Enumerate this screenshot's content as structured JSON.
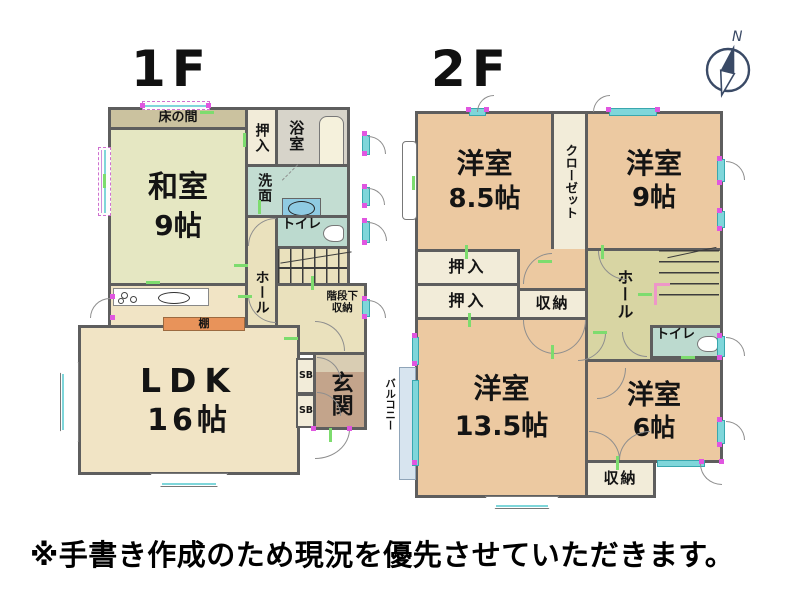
{
  "note": "※手書き作成のため現況を優先させていただきます。",
  "compass": {
    "north_label": "N"
  },
  "f1": {
    "floor_label": "1F",
    "tokonoma": "床の間",
    "washitsu_name": "和室",
    "washitsu_size": "9帖",
    "oshiire": "押入",
    "bathroom": "浴室",
    "washroom": "洗面",
    "toilet": "トイレ",
    "hall": "ホール",
    "under_stair_storage_line1": "階段下",
    "under_stair_storage_line2": "収納",
    "shelf": "棚",
    "ldk_name": "LDK",
    "ldk_size": "16帖",
    "shoebox_top": "SB",
    "shoebox_bottom": "SB",
    "entrance": "玄関"
  },
  "f2": {
    "floor_label": "2F",
    "room_85_name": "洋室",
    "room_85_size": "8.5帖",
    "closet": "クローゼット",
    "room_9_name": "洋室",
    "room_9_size": "9帖",
    "oshiire_top": "押入",
    "oshiire_bottom": "押入",
    "storage_mid": "収納",
    "hall": "ホール",
    "toilet": "トイレ",
    "room_135_name": "洋室",
    "room_135_size": "13.5帖",
    "room_6_name": "洋室",
    "room_6_size": "6帖",
    "storage_bottom": "収納",
    "balcony": "バルコニー"
  },
  "colors": {
    "wall": "#5e5e5e",
    "washitsu_floor": "#e5e7c2",
    "tokonoma": "#cbc29f",
    "western_room": "#ecc9a1",
    "hall_1f": "#eae1bd",
    "hall_2f": "#d8d5a3",
    "ldk": "#f1e4c5",
    "wet_area_teal": "#c3ddd2",
    "storage_cream": "#f2ecd9",
    "entrance_floor": "#c3a48b",
    "shelf_orange": "#e8935a",
    "window_cyan": "#7fd6da",
    "marker_magenta": "#e056e0",
    "marker_green": "#7ddc6e",
    "handrail_pink": "#ee96c8",
    "balcony_blue": "#d7e4ef",
    "compass_navy": "#3a4a66"
  }
}
